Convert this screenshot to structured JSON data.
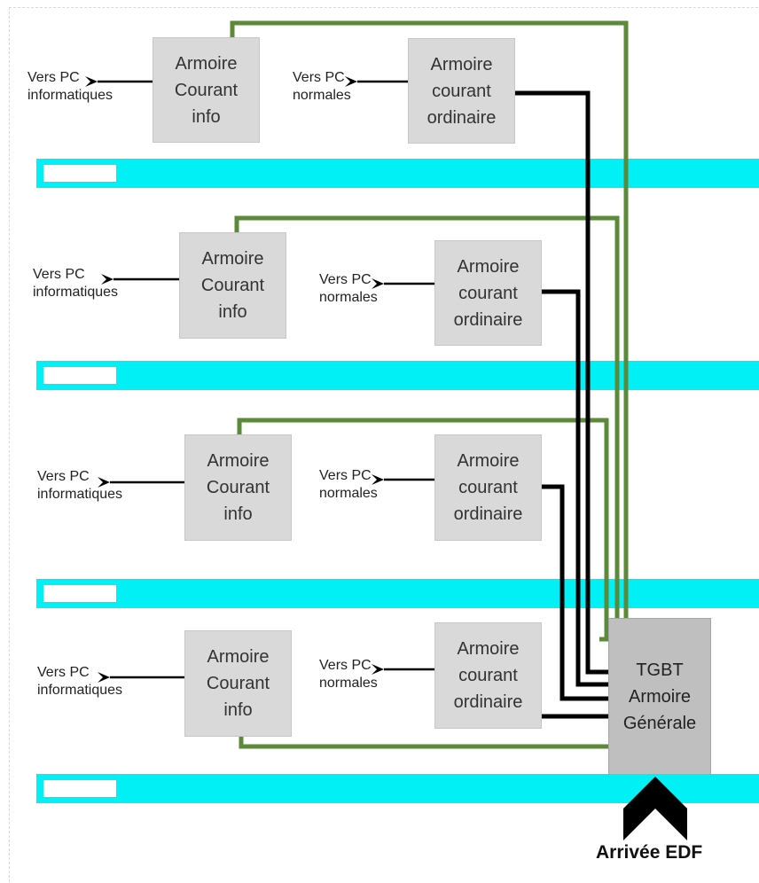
{
  "floors": [
    {
      "info_box": "Armoire\nCourant\ninfo",
      "info_label": "Vers PC\ninformatiques",
      "normal_box": "Armoire\ncourant\nordinaire",
      "normal_label": "Vers PC\nnormales"
    },
    {
      "info_box": "Armoire\nCourant\ninfo",
      "info_label": "Vers PC\ninformatiques",
      "normal_box": "Armoire\ncourant\nordinaire",
      "normal_label": "Vers PC\nnormales"
    },
    {
      "info_box": "Armoire\nCourant\ninfo",
      "info_label": "Vers PC\ninformatiques",
      "normal_box": "Armoire\ncourant\nordinaire",
      "normal_label": "Vers PC\nnormales"
    },
    {
      "info_box": "Armoire\nCourant\ninfo",
      "info_label": "Vers PC\ninformatiques",
      "normal_box": "Armoire\ncourant\nordinaire",
      "normal_label": "Vers PC\nnormales"
    }
  ],
  "tgbt": "TGBT\nArmoire\nGénérale",
  "edf": "Arrivée EDF",
  "colors": {
    "floor_bar": "#00f0f6",
    "info_wire": "#5b8a3a",
    "normal_wire": "#000000",
    "box_fill": "#d9d9d9"
  }
}
